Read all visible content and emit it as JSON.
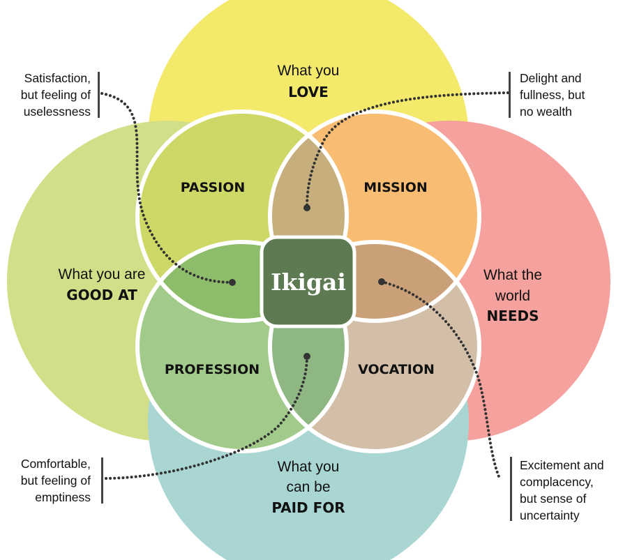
{
  "circles": {
    "love": {
      "line1": "What you",
      "line2": "LOVE",
      "color": "#F3E96A"
    },
    "good_at": {
      "line1": "What you are",
      "line2": "GOOD AT",
      "color": "#D3DE88"
    },
    "world_needs": {
      "line1": "What the",
      "line2": "world",
      "line3": "NEEDS",
      "color": "#F5A29E"
    },
    "paid_for": {
      "line1": "What you",
      "line2": "can be",
      "line3": "PAID FOR",
      "color": "#A9D6D3"
    }
  },
  "regions": {
    "passion": {
      "label": "PASSION",
      "color": "#CDD866"
    },
    "mission": {
      "label": "MISSION",
      "color": "#F8BC72"
    },
    "profession": {
      "label": "PROFESSION",
      "color": "#A2CB8B"
    },
    "vocation": {
      "label": "VOCATION",
      "color": "#D3BFA8"
    },
    "center": {
      "label": "Ikigai",
      "color": "#5E7A52"
    }
  },
  "lens_colors": {
    "top": "#C6AE7D",
    "left": "#8DBD6B",
    "right": "#C9A077",
    "bottom": "#8EB783"
  },
  "notes": {
    "top_left": "Satisfaction,\nbut feeling of\nuselessness",
    "top_right": "Delight and\nfullness, but\nno wealth",
    "bottom_left": "Comfortable,\nbut feeling of\nemptiness",
    "bottom_right": "Excitement and\ncomplacency,\nbut sense of\nuncertainty"
  }
}
